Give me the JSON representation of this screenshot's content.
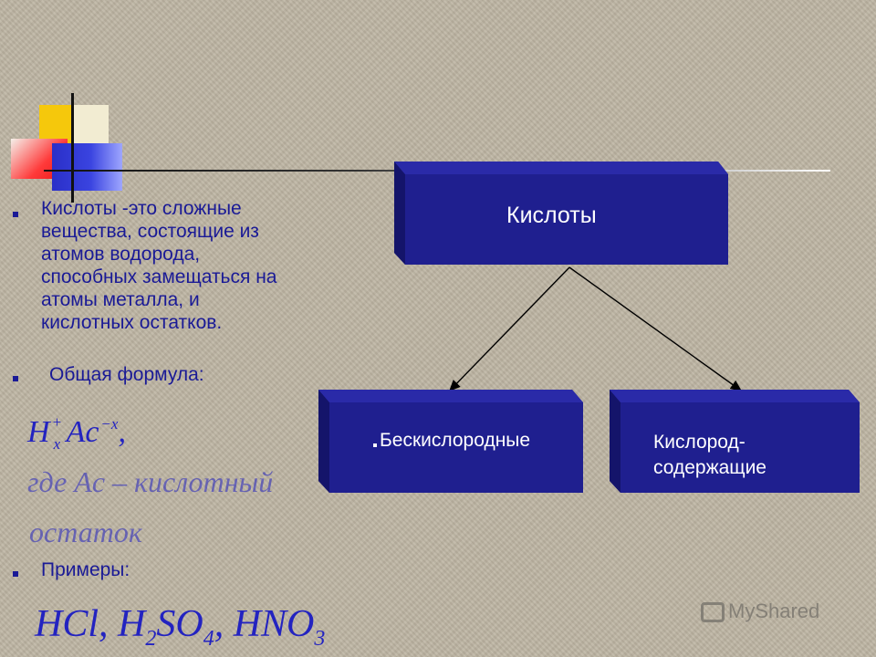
{
  "definition": {
    "lines": [
      "Кислоты -это сложные",
      "вещества, состоящие из",
      "атомов водорода,",
      "способных замещаться на",
      "атомы металла, и",
      "кислотных остатков."
    ],
    "general_formula_label": "Общая формула:",
    "examples_label": "Примеры:"
  },
  "formula": {
    "H": "H",
    "plus": "+",
    "x": "x",
    "Ac": "Ac",
    "superscript": "−x",
    "comma": ",",
    "line2": "где Ac – кислотный",
    "line3": "остаток"
  },
  "examples": {
    "text": "HCl, H",
    "sub2": "2",
    "so": "SO",
    "sub4": "4",
    "hno": ", HNO",
    "sub3": "3"
  },
  "diagram": {
    "root": "Кислоты",
    "left": "Бескислородные",
    "right_line1": "Кислород-",
    "right_line2": "содержащие"
  },
  "watermark": "MyShared",
  "colors": {
    "box_fill": "#1f1f8f",
    "text_blue": "#1a1a96",
    "formula": "#2323c0"
  }
}
